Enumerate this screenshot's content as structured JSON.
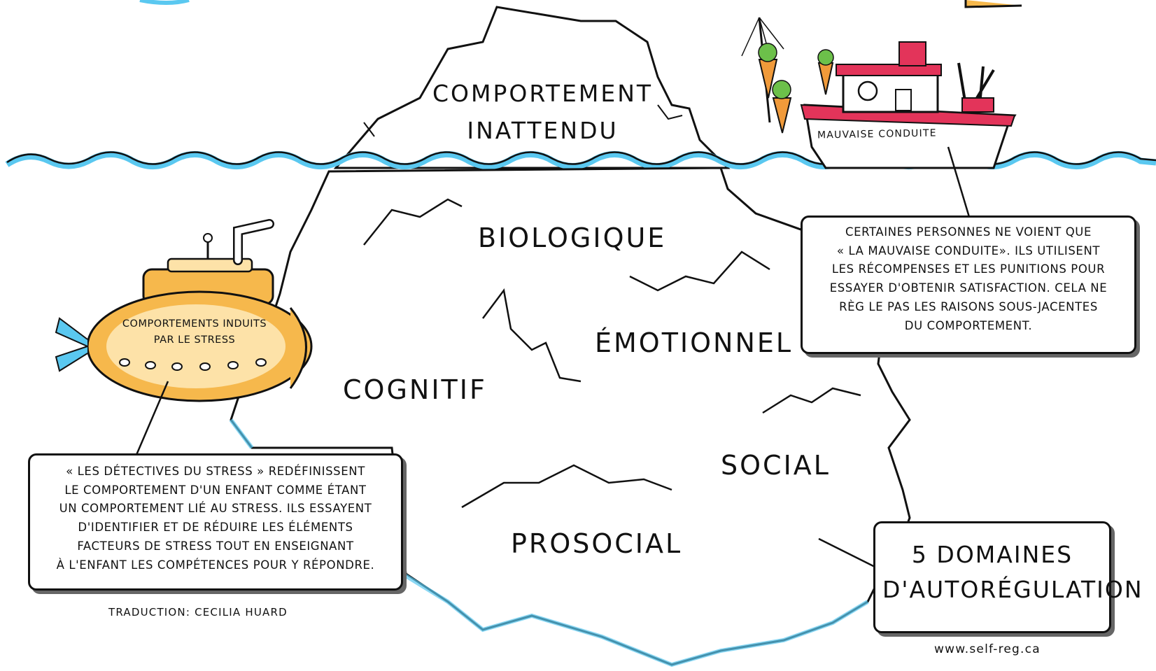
{
  "colors": {
    "water": "#5ac8f0",
    "ink": "#111111",
    "submarine": "#f6b84c",
    "submarine_light": "#fde2a8",
    "boat_red": "#e3345a",
    "carrot": "#f09a3a",
    "leaf": "#6cc04a"
  },
  "iceberg": {
    "top_label": [
      "COMPORTEMENT",
      "INATTENDU"
    ],
    "domains": {
      "biologique": "BIOLOGIQUE",
      "emotionnel": "ÉMOTIONNEL",
      "cognitif": "COGNITIF",
      "social": "SOCIAL",
      "prosocial": "PROSOCIAL"
    }
  },
  "boat": {
    "hull_label": "MAUVAISE CONDUITE",
    "callout": [
      "CERTAINES PERSONNES NE VOIENT QUE",
      "« LA MAUVAISE CONDUITE». ILS UTILISENT",
      "LES RÉCOMPENSES ET LES PUNITIONS POUR",
      "ESSAYER D'OBTENIR SATISFACTION. CELA NE",
      "RÈG LE PAS LES RAISONS SOUS-JACENTES",
      "DU COMPORTEMENT."
    ]
  },
  "submarine": {
    "label": [
      "COMPORTEMENTS INDUITS",
      "PAR LE STRESS"
    ],
    "callout": [
      "« LES DÉTECTIVES DU STRESS » REDÉFINISSENT",
      "LE COMPORTEMENT D'UN ENFANT COMME ÉTANT",
      "UN COMPORTEMENT LIÉ AU STRESS. ILS ESSAYENT",
      "D'IDENTIFIER ET DE RÉDUIRE LES ÉLÉMENTS",
      "FACTEURS DE STRESS TOUT EN ENSEIGNANT",
      "À L'ENFANT LES COMPÉTENCES POUR Y RÉPONDRE."
    ]
  },
  "domains_box": [
    "5 DOMAINES",
    "D'AUTORÉGULATION"
  ],
  "credits": {
    "translation": "TRADUCTION: CECILIA HUARD",
    "website": "www.self-reg.ca"
  }
}
